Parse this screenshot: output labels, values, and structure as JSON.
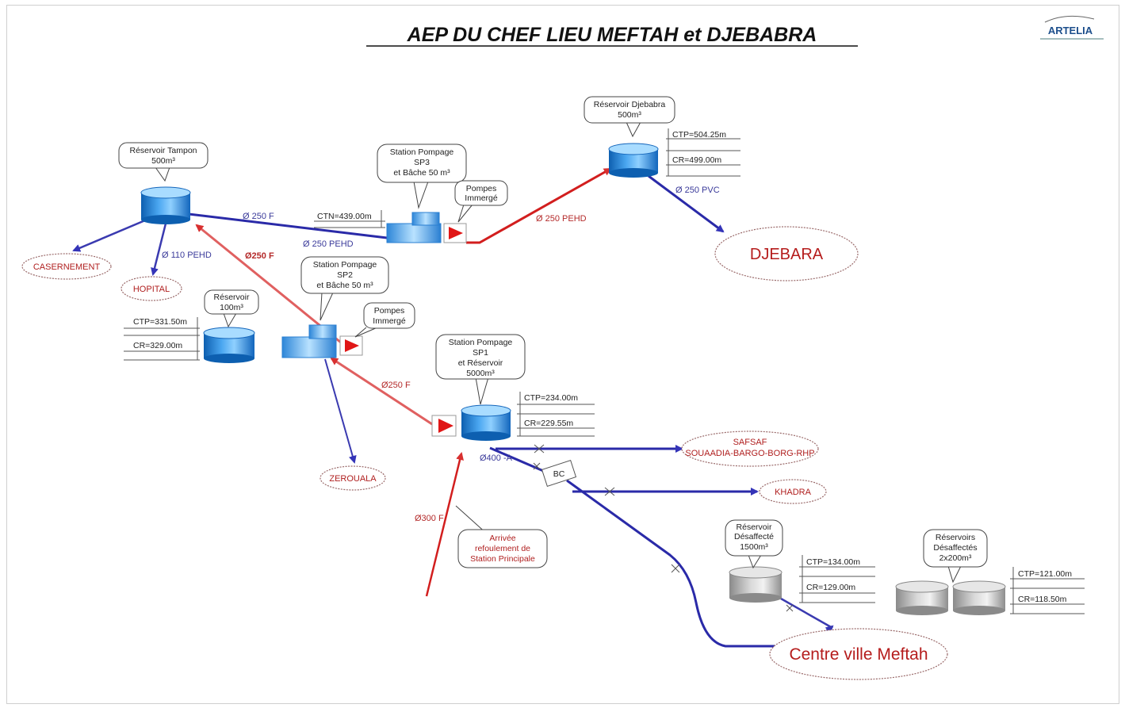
{
  "title": "AEP DU CHEF LIEU MEFTAH et DJEBABRA",
  "logo": {
    "text": "ARTELIA"
  },
  "reservoirs": {
    "tampon": [
      "Réservoir Tampon",
      "500m³"
    ],
    "djebabra": [
      "Réservoir Djebabra",
      "500m³"
    ],
    "r100": [
      "Réservoir",
      "100m³"
    ],
    "desaffecte_1500": [
      "Réservoir",
      "Désaffecté",
      "1500m³"
    ],
    "desaffectes_2x200": [
      "Réservoirs",
      "Désaffectés",
      "2x200m³"
    ]
  },
  "stations": {
    "sp3": [
      "Station Pompage",
      "SP3",
      "et Bâche 50 m³"
    ],
    "sp2": [
      "Station Pompage",
      "SP2",
      "et Bâche 50 m³"
    ],
    "sp1": [
      "Station Pompage",
      "SP1",
      "et Réservoir",
      "5000m³"
    ]
  },
  "pumps": {
    "sp3": [
      "Pompes",
      "Immergé"
    ],
    "sp2": [
      "Pompes",
      "Immergé"
    ]
  },
  "levels": {
    "djebabra_ctp": "CTP=504.25m",
    "djebabra_cr": "CR=499.00m",
    "sp3_ctn": "CTN=439.00m",
    "r100_ctp": "CTP=331.50m",
    "r100_cr": "CR=329.00m",
    "sp1_ctp": "CTP=234.00m",
    "sp1_cr": "CR=229.55m",
    "r1500_ctp": "CTP=134.00m",
    "r1500_cr": "CR=129.00m",
    "r2x200_ctp": "CTP=121.00m",
    "r2x200_cr": "CR=118.50m"
  },
  "pipes": {
    "tampon_sp3": "Ø 250 F",
    "sp3_tampon": "Ø 250 PEHD",
    "sp3_djebabra": "Ø 250 PEHD",
    "djebabra_out": "Ø 250 PVC",
    "hopital": "Ø 110 PEHD",
    "sp2_tampon": "Ø250 F",
    "sp1_sp2": "Ø250 F",
    "sp1_out": "Ø400 -A",
    "arrivee": "Ø300 F"
  },
  "arrivee_note": [
    "Arrivée",
    "refoulement de",
    "Station Principale"
  ],
  "bc": "BC",
  "destinations": {
    "djebara": "DJEBARA",
    "casernement": "CASERNEMENT",
    "hopital": "HOPITAL",
    "zeroual": "ZEROUALA",
    "safsaf": [
      "SAFSAF",
      "SOUAADIA-BARGO-BORG-RHP"
    ],
    "khadra": "KHADRA",
    "meftah": "Centre ville Meftah"
  },
  "colors": {
    "blue_pipe": "#2a2aa8",
    "red_pipe": "#d21e1e",
    "tank_blue": "#1a7fd4",
    "tank_gray": "#a8a8a8",
    "dest_red": "#b51c1c"
  }
}
